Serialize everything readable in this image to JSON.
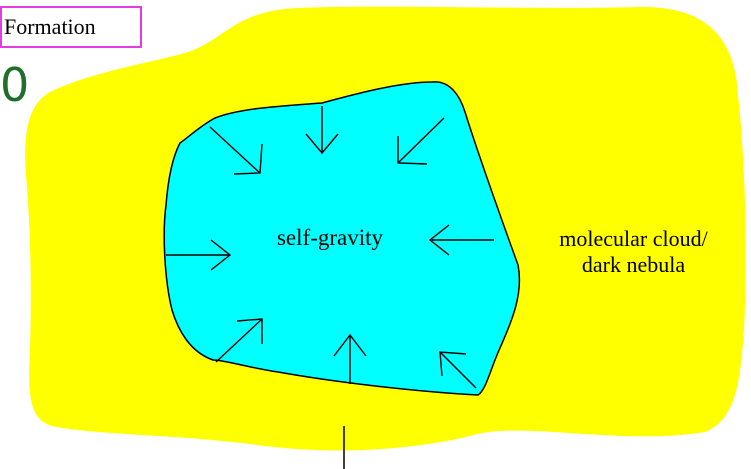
{
  "header": {
    "title": "Formation",
    "step": "0"
  },
  "diagram": {
    "core_label": "self-gravity",
    "cloud_label_line1": "molecular cloud/",
    "cloud_label_line2": "dark nebula"
  },
  "colors": {
    "cloud_fill": "#ffff00",
    "core_fill": "#00ffff",
    "title_border": "#e23ce2",
    "step_number": "#1f6e2b",
    "arrows": "#000000"
  },
  "icons": {
    "arrow": "inward-arrow-icon"
  }
}
